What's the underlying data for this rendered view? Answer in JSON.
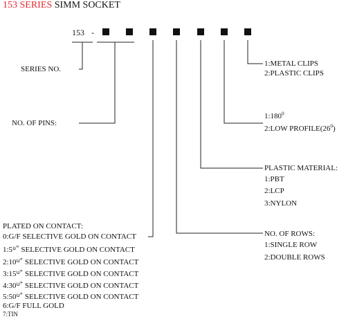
{
  "title": {
    "red": "153 SERIES",
    "black": "SIMM SOCKET"
  },
  "part": {
    "prefix": "153",
    "dash": "-"
  },
  "series": {
    "label": "SERIES NO."
  },
  "pins": {
    "label": "NO. OF PINS:"
  },
  "clips": {
    "opt1": "1:METAL CLIPS",
    "opt2": "2:PLASTIC CLIPS"
  },
  "profile": {
    "opt1": "1:180",
    "opt1_sup": "0",
    "opt2": "2:LOW PROFILE(26",
    "opt2_sup": "0",
    "opt2_end": ")"
  },
  "material": {
    "label": "PLASTIC MATERIAL:",
    "opt1": "1:PBT",
    "opt2": "2:LCP",
    "opt3": "3:NYLON"
  },
  "rows": {
    "label": "NO. OF ROWS:",
    "opt1": "1:SINGLE ROW",
    "opt2": "2:DOUBLE ROWS"
  },
  "plating": {
    "label": "PLATED ON CONTACT:",
    "opt0": "0:G/F SELECTIVE GOLD ON CONTACT",
    "opt1_pre": "1:5",
    "opt1_post": " SELECTIVE GOLD ON CONTACT",
    "opt2_pre": "2:10",
    "opt2_post": " SELECTIVE GOLD ON CONTACT",
    "opt3_pre": "3:15",
    "opt3_post": " SELECTIVE GOLD ON CONTACT",
    "opt4_pre": "4:30",
    "opt4_post": " SELECTIVE GOLD ON CONTACT",
    "opt5_pre": "5:50",
    "opt5_post": " SELECTIVE GOLD ON CONTACT",
    "micro": "u\"",
    "opt6": "6:G/F FULL GOLD",
    "opt7": "7:TIN"
  }
}
